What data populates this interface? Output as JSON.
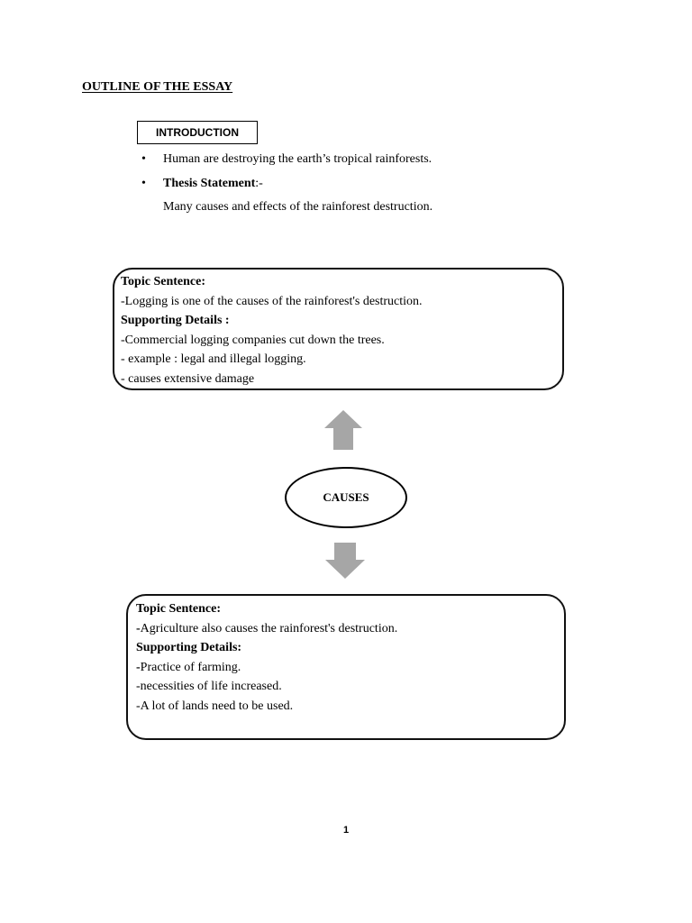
{
  "document": {
    "title": "OUTLINE OF THE ESSAY",
    "page_number": "1"
  },
  "introduction": {
    "label": "INTRODUCTION",
    "bullets": [
      {
        "symbol": "•",
        "text": "Human are destroying the earth’s tropical rainforests."
      },
      {
        "symbol": "•",
        "label": "Thesis Statement",
        "suffix": ":-"
      }
    ],
    "thesis_text": "Many causes and effects of the rainforest destruction."
  },
  "center": {
    "label": "CAUSES"
  },
  "box_logging": {
    "topic_label": "Topic Sentence:",
    "topic_text": "-Logging is one of the causes of the rainforest's destruction.",
    "details_label": "Supporting Details :",
    "details": [
      "-Commercial logging companies cut down the trees.",
      "- example : legal and illegal logging.",
      "- causes extensive damage"
    ]
  },
  "box_agriculture": {
    "topic_label": "Topic Sentence:",
    "topic_dash": "-",
    "topic_text": "Agriculture also causes the rainforest's destruction.",
    "details_label": "Supporting Details:",
    "detail1_dash": "-",
    "detail1_text": "Practice of farming.",
    "details": [
      "-necessities of life increased.",
      "-A lot of lands need to be used."
    ]
  },
  "colors": {
    "arrow_fill": "#a6a6a6",
    "text": "#000000",
    "border": "#111111"
  },
  "icons": {
    "up_arrow": "arrow-up-icon",
    "down_arrow": "arrow-down-icon"
  }
}
